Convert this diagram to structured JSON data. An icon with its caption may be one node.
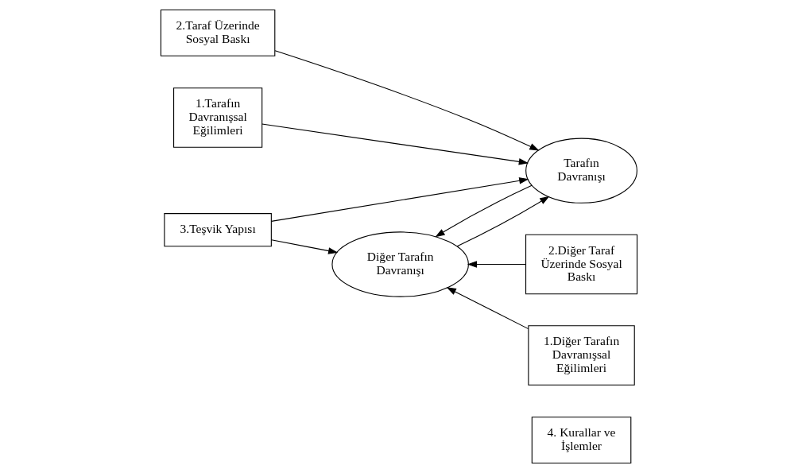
{
  "diagram": {
    "nodes": [
      {
        "text": [
          "4. Kurallar ve İşlemler"
        ]
      },
      {
        "text": [
          "1.Tarafın Davranışsal Eğilimleri"
        ]
      },
      {
        "text": [
          "Tarafın Davranışı"
        ]
      },
      {
        "text": [
          "Diğer Tarafın Davranışı"
        ]
      },
      {
        "text": [
          "1.Diğer Tarafın Davranışsal Eğilimleri"
        ]
      },
      {
        "text": [
          "2.Taraf Üzerinde Sosyal Baskı"
        ]
      },
      {
        "text": [
          "2.Diğer Taraf Üzerinde Sosyal Baskı"
        ]
      },
      {
        "text": [
          "3.Teşvik Yapısı"
        ]
      }
    ],
    "edges": [
      {
        "from": 1,
        "to": 2,
        "arrow": "to"
      },
      {
        "from": 3,
        "to": 2,
        "arrow": "to"
      },
      {
        "from": 2,
        "to": 3,
        "arrow": "to"
      },
      {
        "from": 4,
        "to": 3,
        "arrow": "to"
      },
      {
        "from": 5,
        "to": 2,
        "arrow": "to"
      },
      {
        "from": 6,
        "to": 3,
        "arrow": "to"
      },
      {
        "from": 7,
        "to": 2,
        "arrow": "to"
      },
      {
        "from": 7,
        "to": 3,
        "arrow": "to"
      }
    ]
  }
}
